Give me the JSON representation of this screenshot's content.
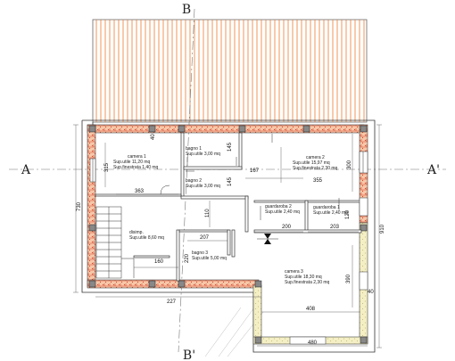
{
  "section_marks": {
    "top": "B",
    "bottom": "B'",
    "left": "A",
    "right": "A'"
  },
  "rooms": {
    "camera1": {
      "name": "camera 1",
      "area": "Sup.utile 11,20 mq",
      "window": "Sup.finestrata 1,40 mq"
    },
    "bagno1": {
      "name": "bagno 1",
      "area": "Sup.utile 3,00 mq"
    },
    "bagno2": {
      "name": "bagno 2",
      "area": "Sup.utile 3,00 mq"
    },
    "camera2": {
      "name": "camera 2",
      "area": "Sup.utile 15,97 mq",
      "window": "Sup.finestrata 2,30 mq"
    },
    "guardaroba2": {
      "name": "guardaroba 2",
      "area": "Sup.utile 2,40 mq"
    },
    "guardaroba1": {
      "name": "guardaroba 1",
      "area": "Sup.utile 2,40 mq"
    },
    "disimp": {
      "name": "disimp.",
      "area": "Sup.utile 8,60 mq"
    },
    "bagno3": {
      "name": "bagno 3",
      "area": "Sup.utile 5,00 mq"
    },
    "camera3": {
      "name": "camera 3",
      "area": "Sup.utile 18,30 mq",
      "window": "Sup.finestrata 2,30 mq"
    }
  },
  "dimensions": {
    "d40_top": "40",
    "d315": "315",
    "d145_a": "145",
    "d145_b": "145",
    "d167": "167",
    "d300": "300",
    "d355": "355",
    "d363": "363",
    "d730": "730",
    "d910": "910",
    "d110": "110",
    "d120": "120",
    "d200": "200",
    "d203": "203",
    "d207": "207",
    "d220": "220",
    "d160": "160",
    "d390": "390",
    "d40_right": "40",
    "d227": "227",
    "d408": "408",
    "d480": "480"
  }
}
